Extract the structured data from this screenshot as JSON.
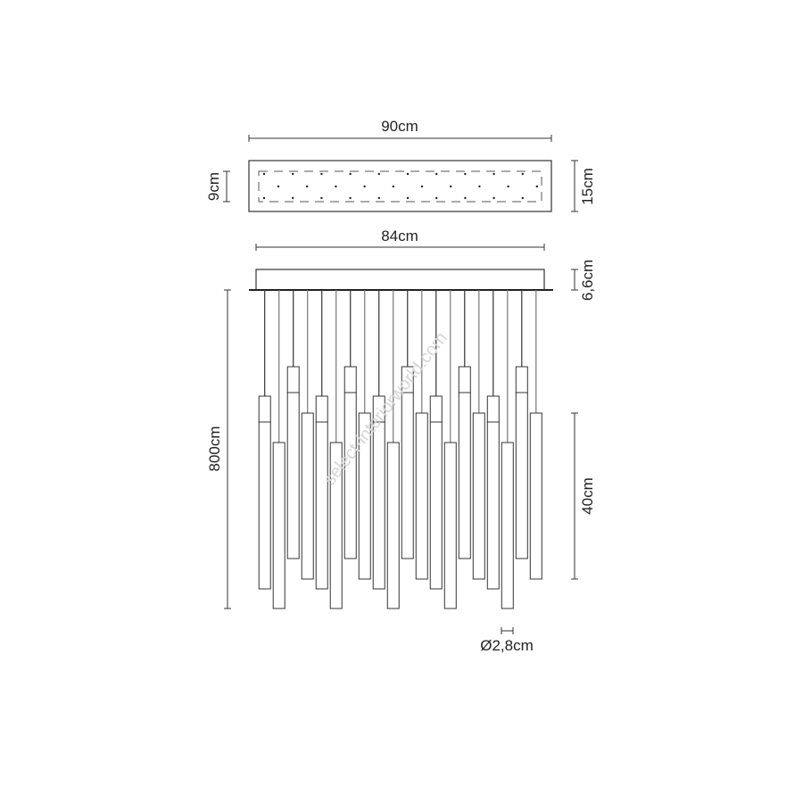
{
  "diagram": {
    "top_view": {
      "width_label": "90cm",
      "depth_label": "15cm",
      "inner_depth_label": "9cm"
    },
    "side_view": {
      "canopy_width_label": "84cm",
      "canopy_height_label": "6,6cm",
      "total_height_label": "800cm",
      "tube_length_label": "40cm",
      "tube_diameter_label": "Ø2,8cm",
      "tube_count": 20
    },
    "watermark": "select-interiorworld.com",
    "colors": {
      "line": "#333333",
      "watermark": "#d6d6d6"
    }
  }
}
